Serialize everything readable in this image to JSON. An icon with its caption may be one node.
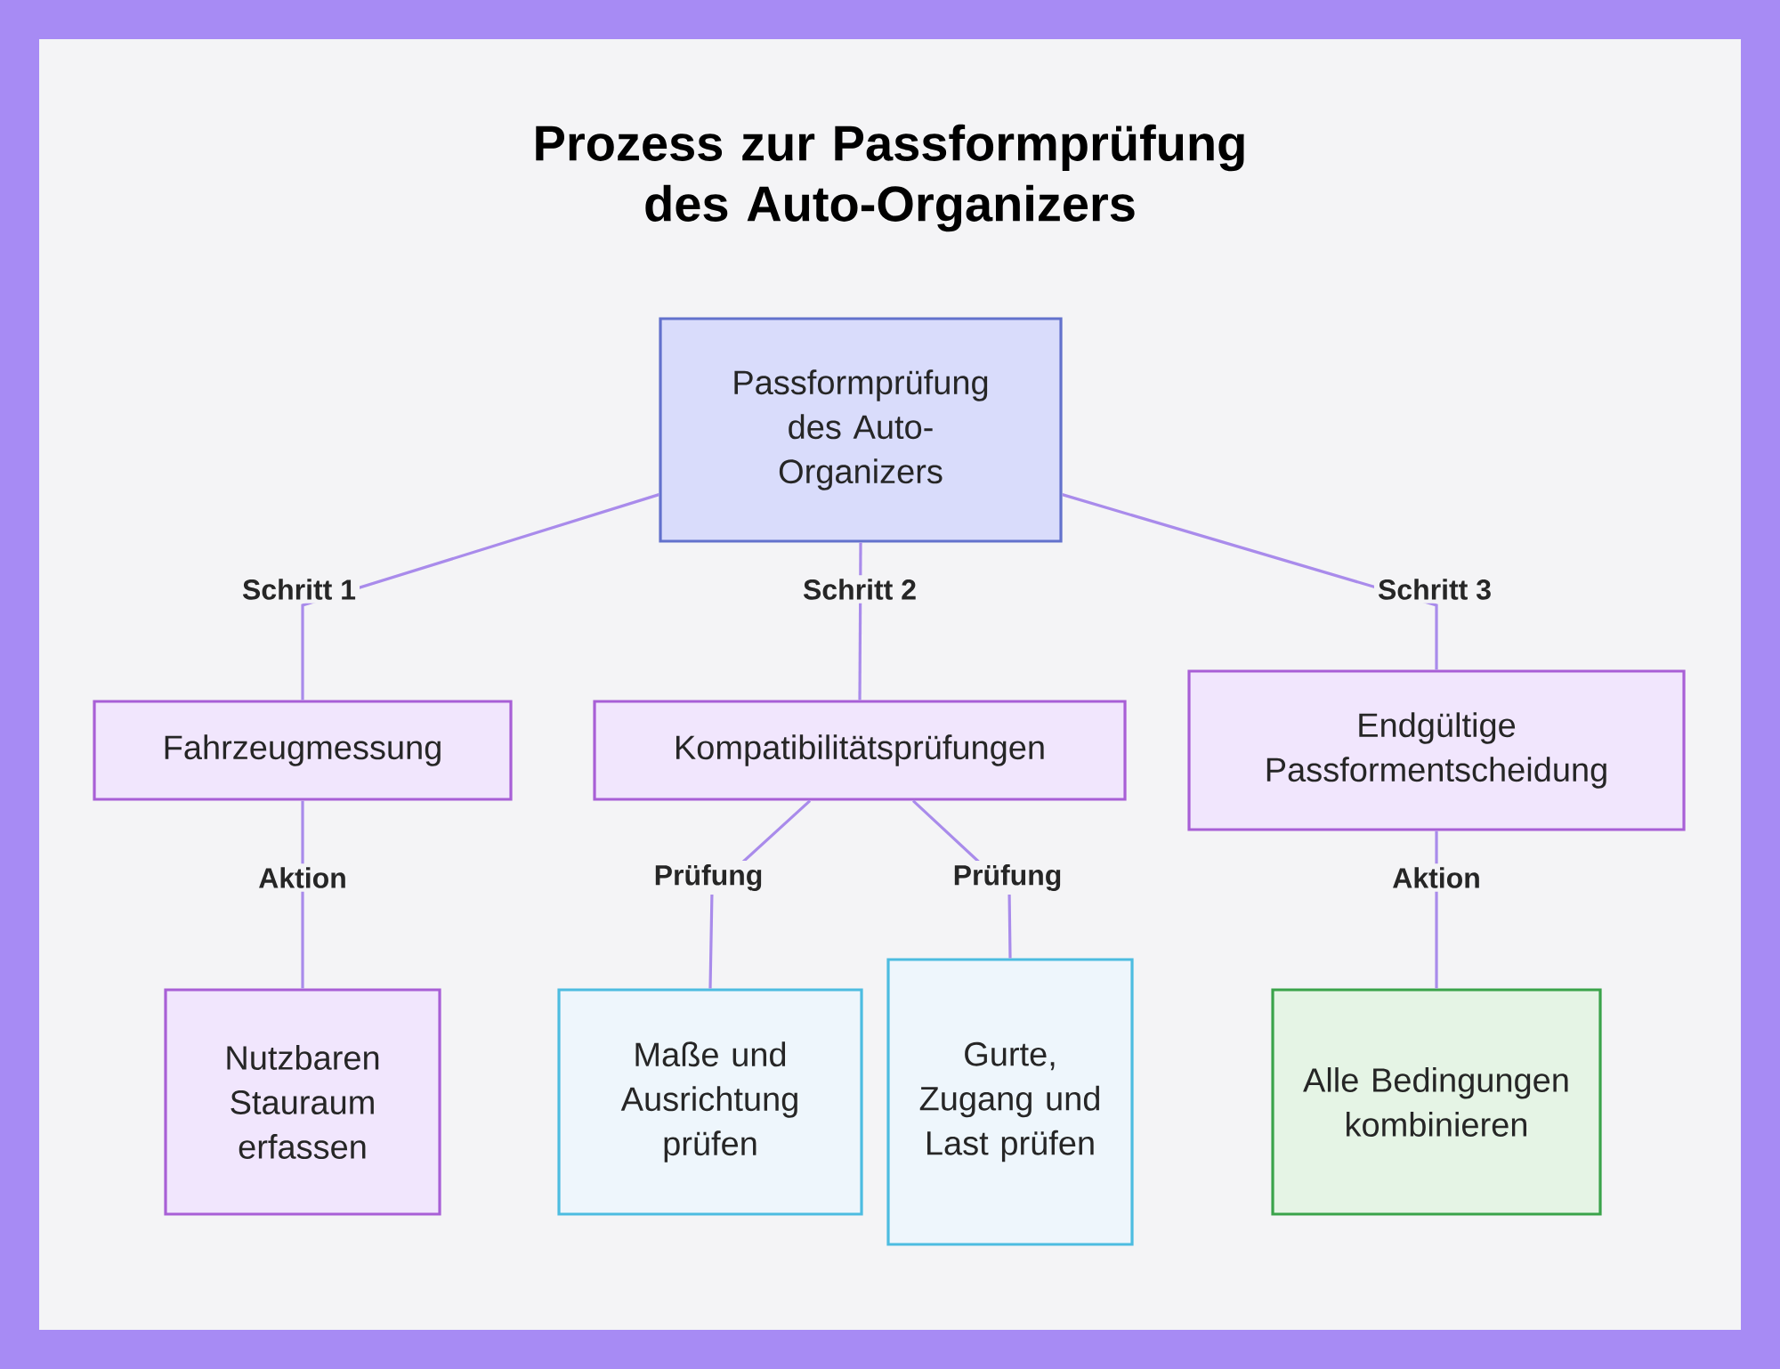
{
  "diagram": {
    "title": "Prozess zur Passformprüfung des Auto-Organizers",
    "nodes": [
      {
        "text": [
          "Passformprüfung des Auto-Organizers"
        ]
      },
      {
        "text": [
          "Fahrzeugmessung"
        ]
      },
      {
        "text": [
          "Kompatibilitätsprüfungen"
        ]
      },
      {
        "text": [
          "Endgültige Passformentscheidung"
        ]
      },
      {
        "text": [
          "Nutzbaren Stauraum erfassen"
        ]
      },
      {
        "text": [
          "Maße und Ausrichtung prüfen"
        ]
      },
      {
        "text": [
          "Gurte, Zugang und Last prüfen"
        ]
      },
      {
        "text": [
          "Alle Bedingungen kombinieren"
        ]
      }
    ],
    "edges": [
      {
        "from": 0,
        "to": 1,
        "arrow": "none",
        "label": "Schritt 1"
      },
      {
        "from": 0,
        "to": 2,
        "arrow": "none",
        "label": "Schritt 2"
      },
      {
        "from": 0,
        "to": 3,
        "arrow": "none",
        "label": "Schritt 3"
      },
      {
        "from": 1,
        "to": 4,
        "arrow": "none",
        "label": "Aktion"
      },
      {
        "from": 2,
        "to": 5,
        "arrow": "none",
        "label": "Prüfung"
      },
      {
        "from": 2,
        "to": 6,
        "arrow": "none",
        "label": "Prüfung"
      },
      {
        "from": 3,
        "to": 7,
        "arrow": "none",
        "label": "Aktion"
      }
    ]
  }
}
